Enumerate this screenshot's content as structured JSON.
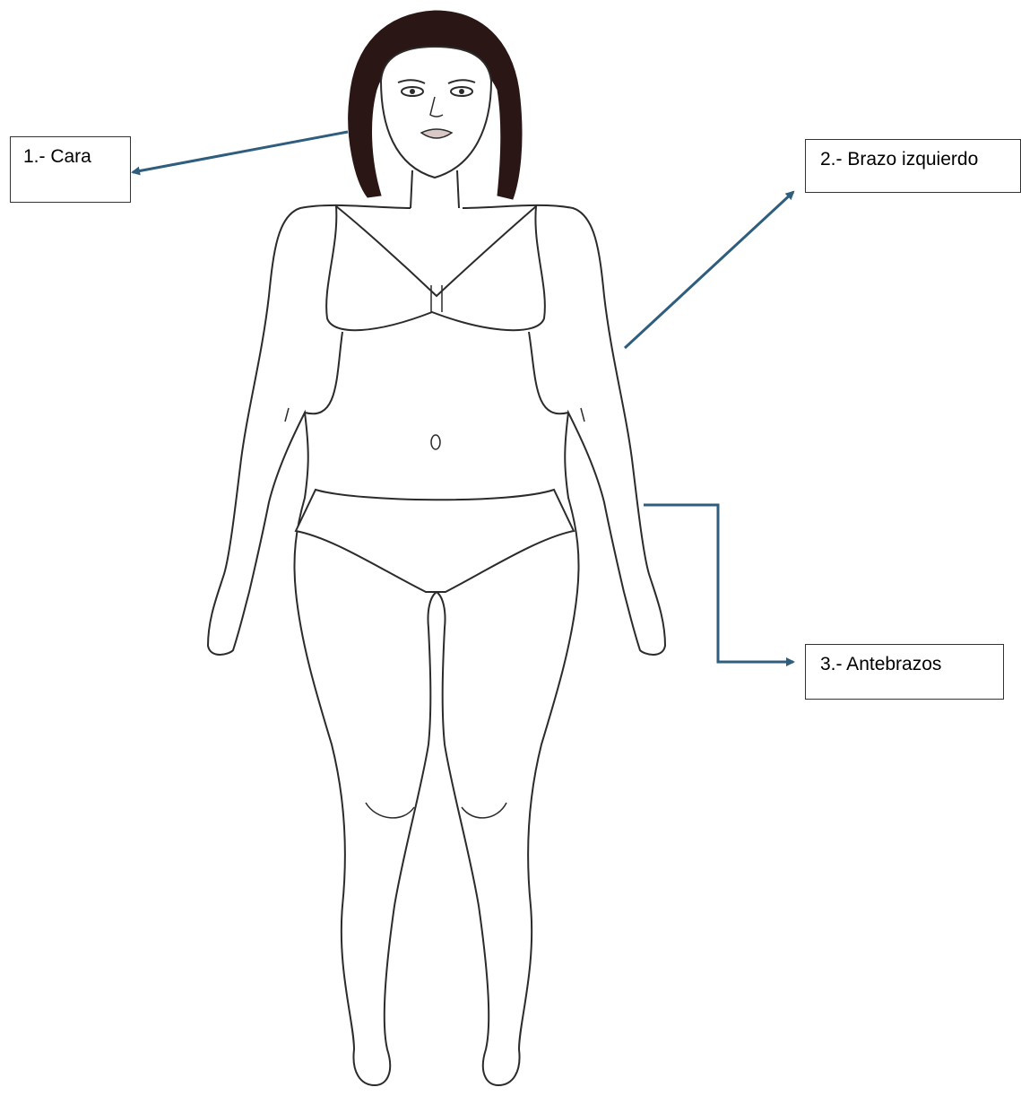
{
  "labels": [
    {
      "id": "cara",
      "text": "1.- Cara"
    },
    {
      "id": "brazo-izquierdo",
      "text": "2.- Brazo izquierdo"
    },
    {
      "id": "antebrazos",
      "text": "3.- Antebrazos"
    }
  ],
  "colors": {
    "arrow": "#2E5D7E",
    "outline": "#2b2b2b",
    "hair": "#2a1614",
    "box_border": "#333333"
  },
  "figure": {
    "icon": "female-body-outline"
  }
}
